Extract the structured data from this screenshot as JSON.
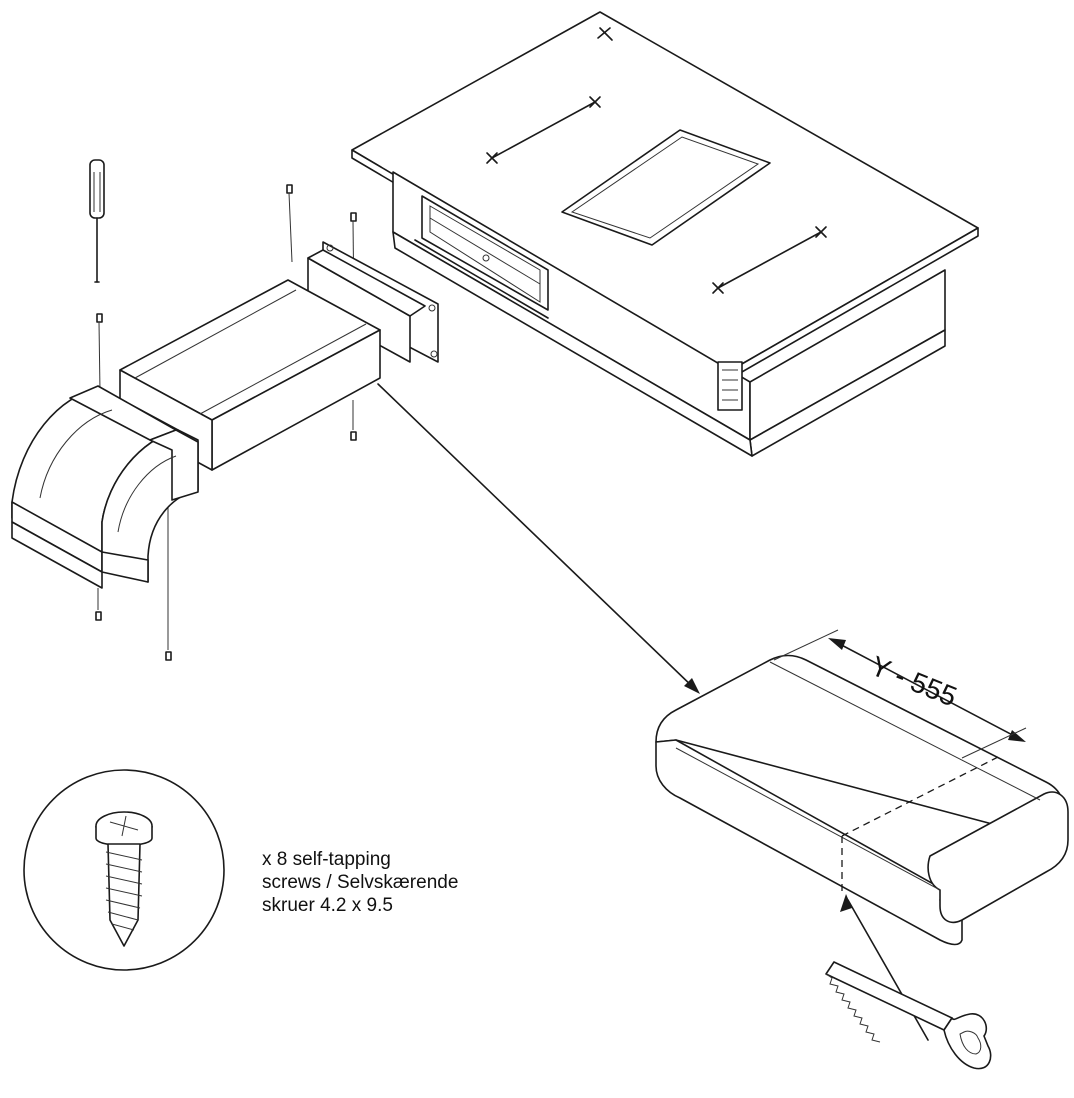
{
  "caption": {
    "line1": "x 8 self-tapping",
    "line2": "screws / Selvskærende",
    "line3": "skruer 4.2 x 9.5"
  },
  "dimension": {
    "label": "Y - 555"
  },
  "icons": {
    "cooktop": "cooktop-hob-icon",
    "screwdriver": "screwdriver-icon",
    "duct_bend": "duct-bend-icon",
    "duct_straight": "duct-straight-icon",
    "duct_adapter": "duct-adapter-icon",
    "duct_cut": "duct-cut-section-icon",
    "screw_detail": "self-tapping-screw-icon",
    "saw": "hand-saw-icon"
  },
  "colors": {
    "line": "#1a1a1a",
    "background": "#ffffff"
  }
}
